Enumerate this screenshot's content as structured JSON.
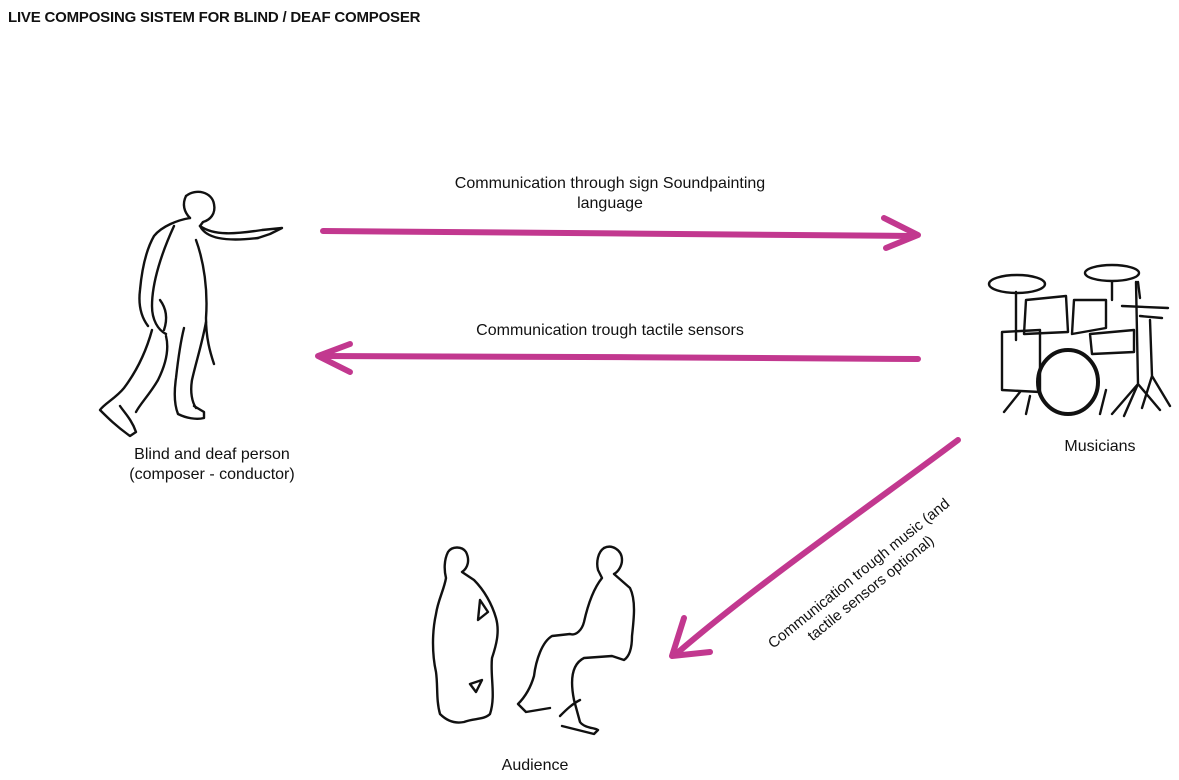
{
  "title": "LIVE COMPOSING SISTEM FOR BLIND / DEAF COMPOSER",
  "colors": {
    "arrow": "#c2388f",
    "ink": "#111111",
    "background": "#ffffff"
  },
  "nodes": {
    "person": {
      "icon": "conductor-figure-icon",
      "label_line1": "Blind and deaf person",
      "label_line2": "(composer - conductor)"
    },
    "musicians": {
      "icon": "drum-kit-icon",
      "label": "Musicians"
    },
    "audience": {
      "icon": "seated-audience-icon",
      "label": "Audience"
    }
  },
  "edges": {
    "person_to_musicians": {
      "line1": "Communication through sign Soundpainting",
      "line2": "language"
    },
    "musicians_to_person": {
      "label": "Communication trough tactile sensors"
    },
    "musicians_to_audience": {
      "line1": "Communication trough music (and",
      "line2": "tactile sensors optional)"
    }
  }
}
